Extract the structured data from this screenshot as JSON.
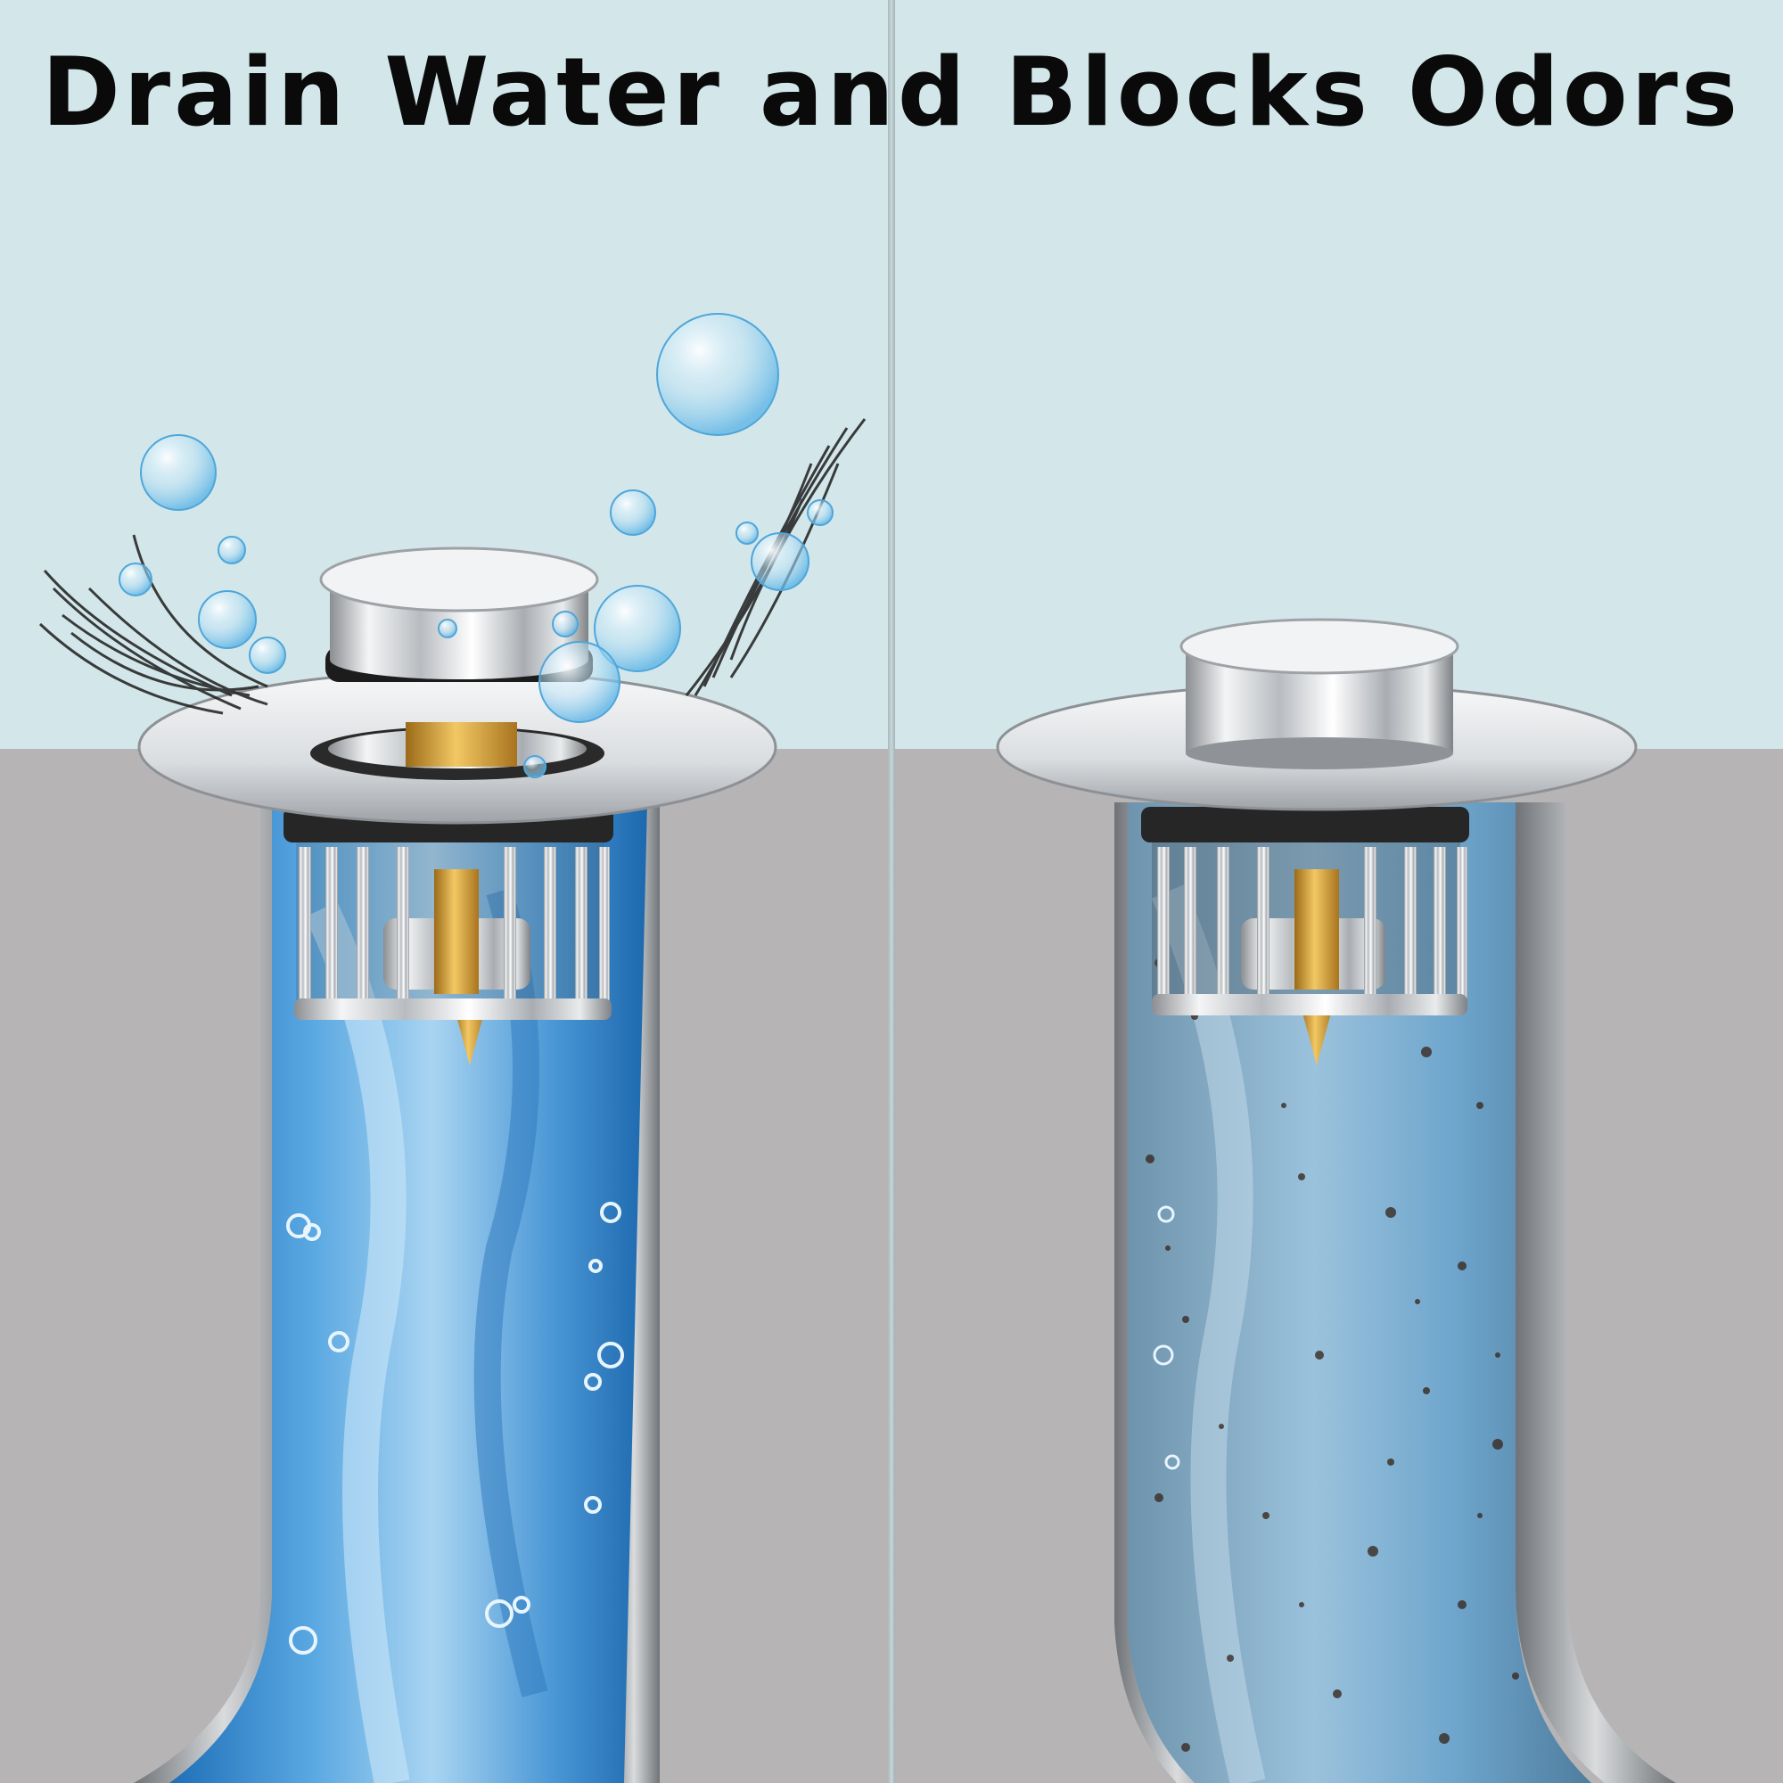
{
  "title": "Drain Water and Blocks Odors",
  "colors": {
    "wall": "#d3e7ea",
    "floor": "#b6b4b5",
    "water": "#3f8fd0",
    "chrome": "#e6e8ea",
    "brass": "#d4a03a",
    "text": "#0a0a0a"
  },
  "panels": [
    {
      "state": "open",
      "shows": [
        "hair-icon",
        "bubbles-icon",
        "clean-water-flow"
      ]
    },
    {
      "state": "closed",
      "shows": [
        "dirty-water-flow"
      ]
    }
  ]
}
